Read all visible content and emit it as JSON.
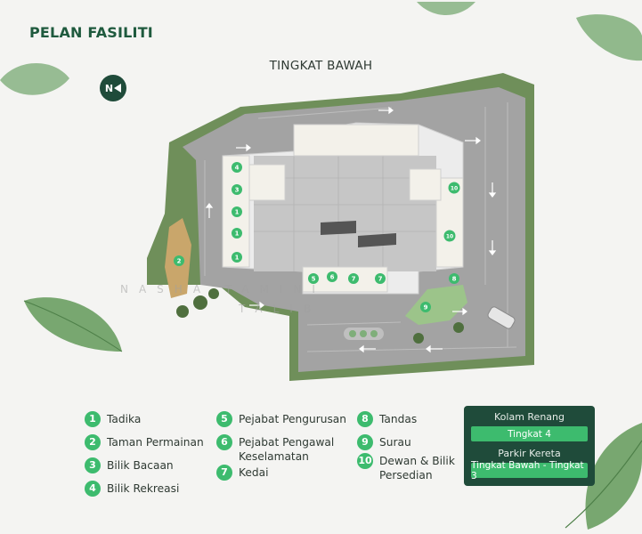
{
  "header": {
    "title": "PELAN FASILITI",
    "north_label": "N"
  },
  "map": {
    "floor_label": "TINGKAT BAWAH",
    "watermark_line1": "NASHA TAMINI",
    "watermark_line2": "TALIB",
    "markers": [
      "1",
      "1",
      "1",
      "2",
      "3",
      "4",
      "5",
      "6",
      "7",
      "7",
      "8",
      "9",
      "10",
      "10"
    ]
  },
  "legend": {
    "items": [
      {
        "num": "1",
        "label": "Tadika"
      },
      {
        "num": "2",
        "label": "Taman Permainan"
      },
      {
        "num": "3",
        "label": "Bilik Bacaan"
      },
      {
        "num": "4",
        "label": "Bilik Rekreasi"
      },
      {
        "num": "5",
        "label": "Pejabat Pengurusan"
      },
      {
        "num": "6",
        "label": "Pejabat Pengawal\nKeselamatan"
      },
      {
        "num": "7",
        "label": "Kedai"
      },
      {
        "num": "8",
        "label": "Tandas"
      },
      {
        "num": "9",
        "label": "Surau"
      },
      {
        "num": "10",
        "label": "Dewan & Bilik\nPersedian"
      }
    ]
  },
  "info": {
    "pool_label": "Kolam Renang",
    "pool_value": "Tingkat 4",
    "parking_label": "Parkir Kereta",
    "parking_value": "Tingkat Bawah - Tingkat 3"
  },
  "colors": {
    "accent": "#3dbb6e",
    "dark": "#1f4b3a",
    "grass": "#6f8f5a",
    "road": "#9a9a9a"
  },
  "icons": [
    "compass-north-icon",
    "leaf-decoration-icon",
    "car-icon",
    "arrow-icon"
  ]
}
